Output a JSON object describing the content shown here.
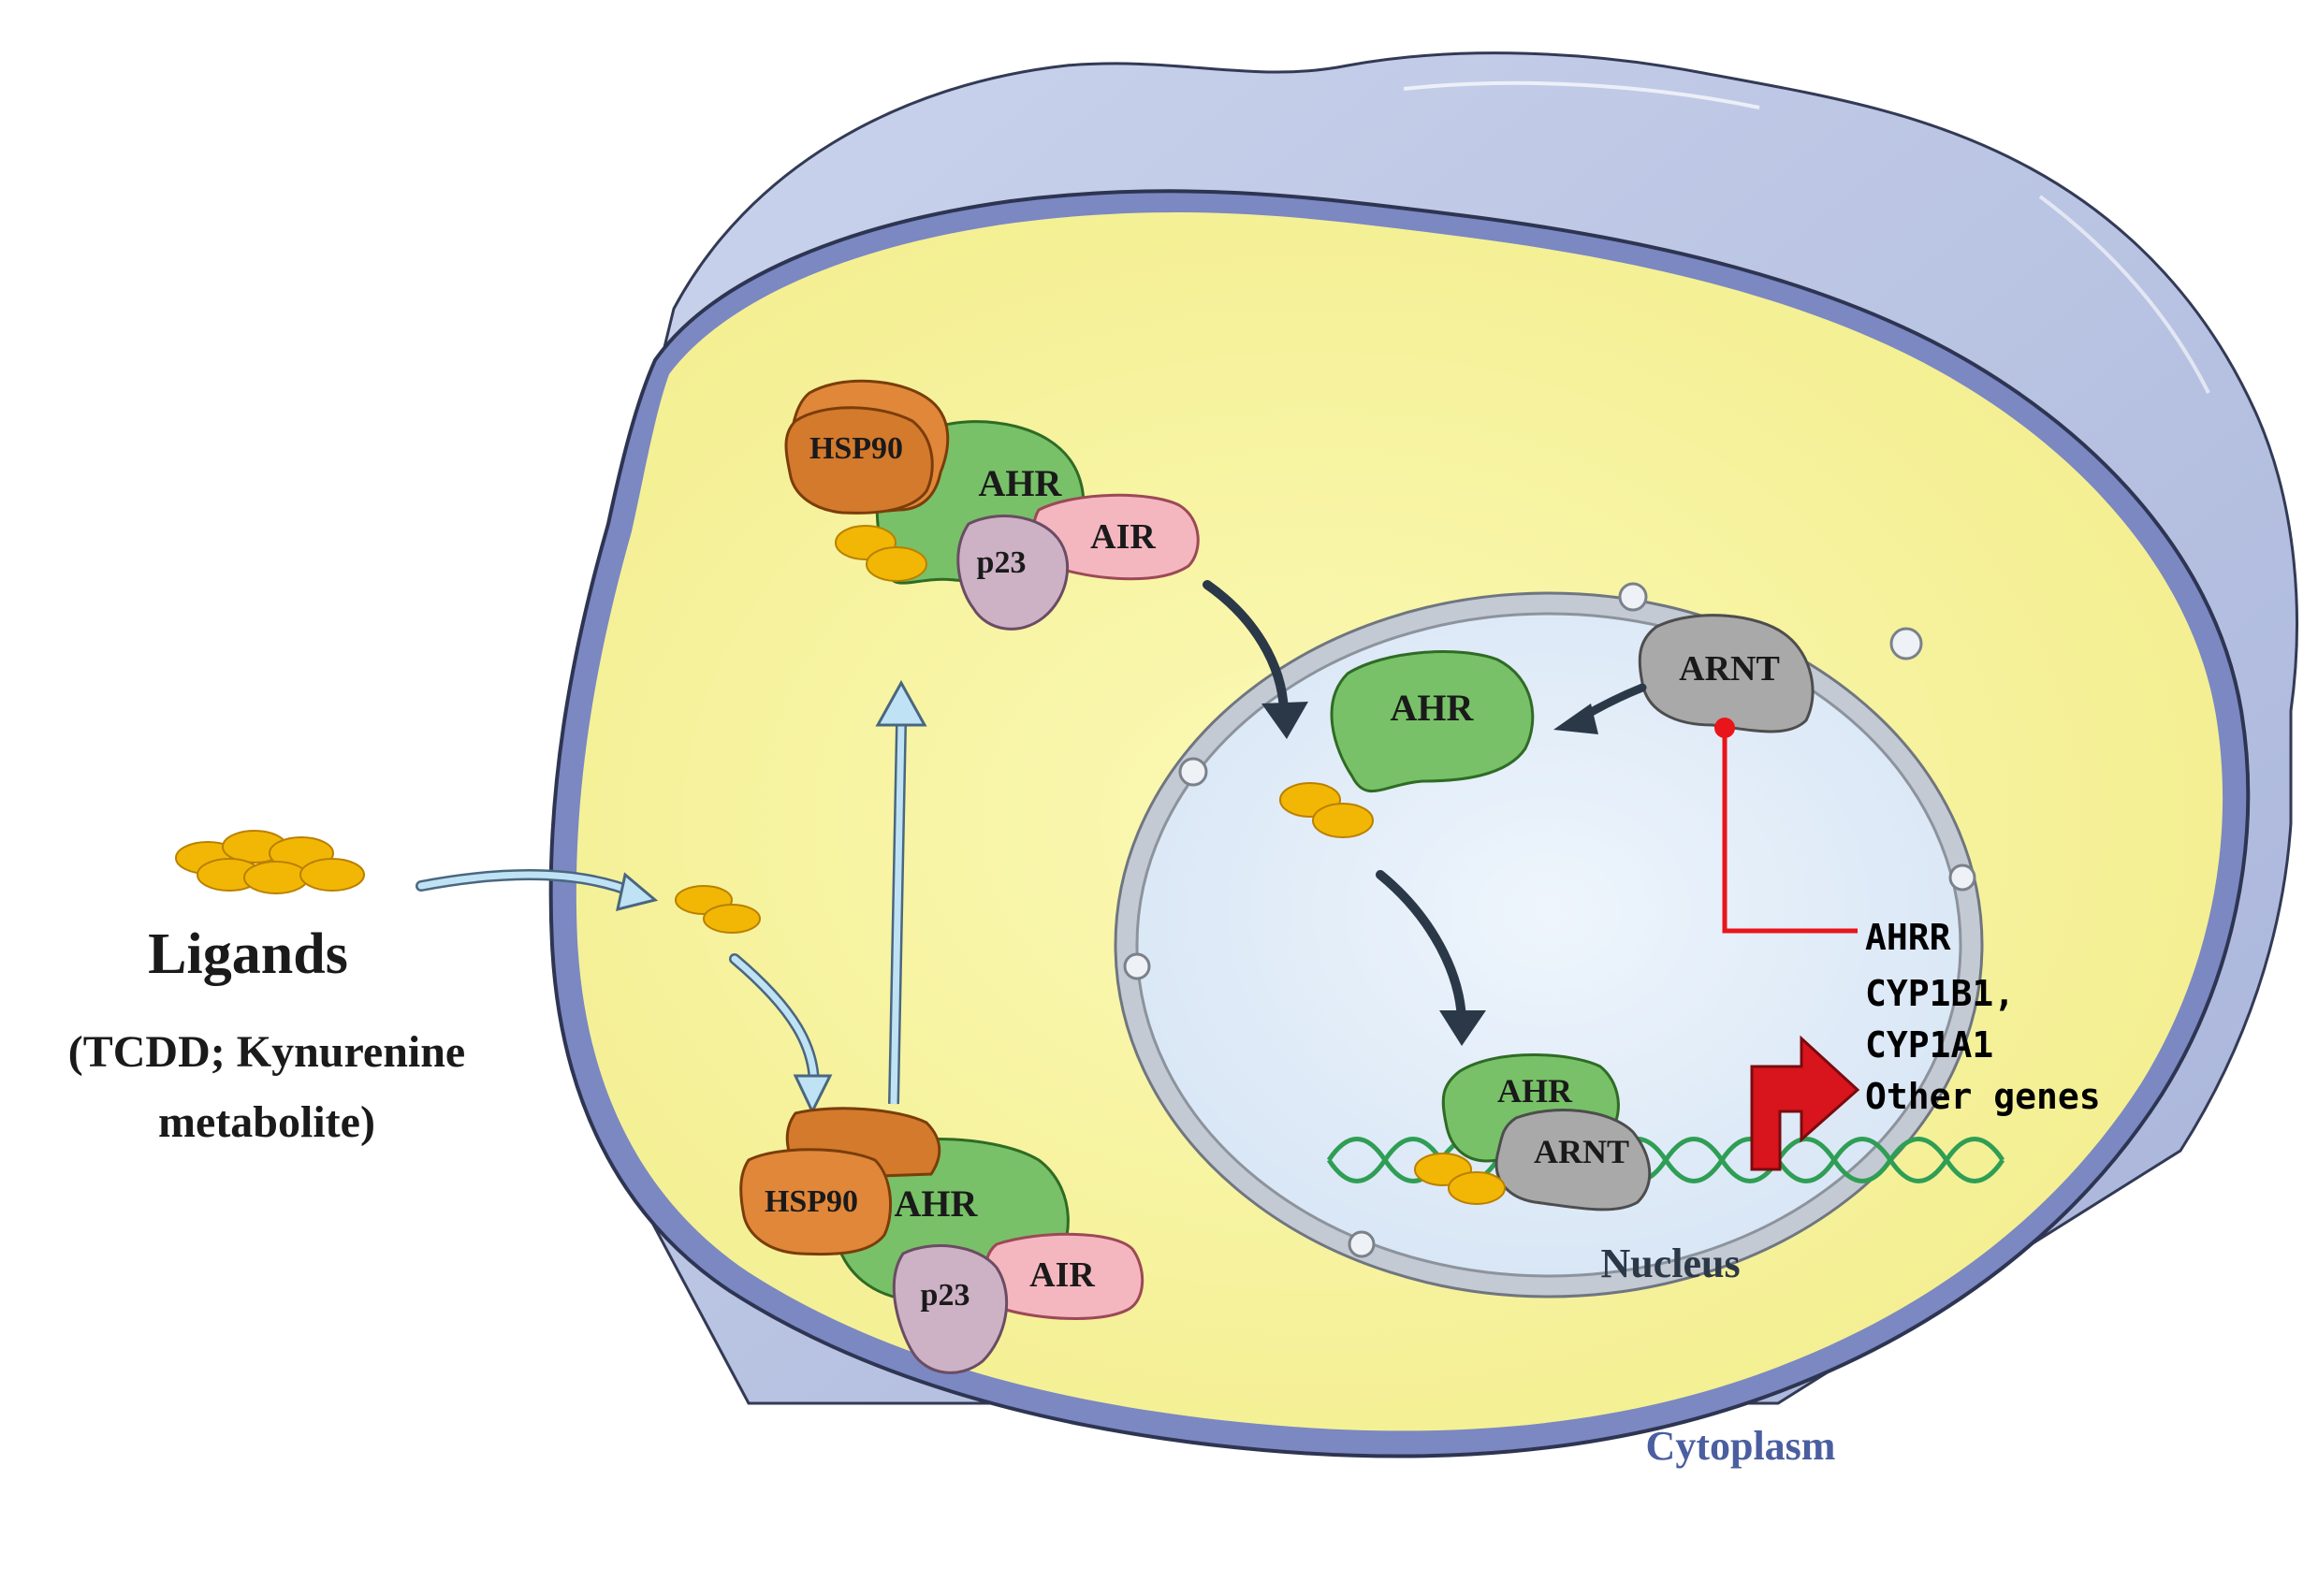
{
  "labels": {
    "ligands_title": "Ligands",
    "ligands_line1": "(TCDD; Kynurenine",
    "ligands_line2": "metabolite)",
    "hsp90": "HSP90",
    "ahr": "AHR",
    "air": "AIR",
    "p23": "p23",
    "arnt": "ARNT",
    "nucleus": "Nucleus",
    "cytoplasm": "Cytoplasm"
  },
  "target_genes": [
    "AHRR",
    "CYP1B1,",
    "CYP1A1",
    "Other genes"
  ],
  "colors": {
    "membrane_outer": "#b8c4e0",
    "membrane_edge": "#7b88c2",
    "cytoplasm": "#f6f39c",
    "nucleus": "#e2edf9",
    "nuclear_envelope": "#b9bfc8",
    "hsp90": "#e1873a",
    "ahr": "#78c168",
    "air": "#f4b7c0",
    "p23": "#cdb2c6",
    "arnt": "#a9a9a9",
    "ligand": "#f2b705",
    "dna": "#2f9e55",
    "transcription_arrow": "#d8141c",
    "inhibition_line": "#e8151b",
    "arrow_dark": "#2b3848",
    "arrow_light": "#bfe3f5"
  }
}
